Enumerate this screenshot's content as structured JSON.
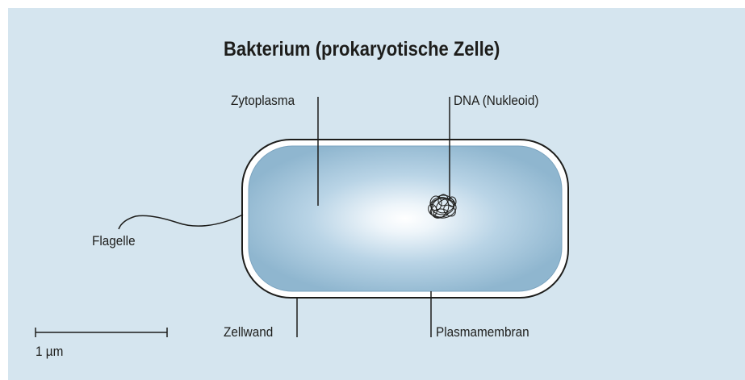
{
  "diagram": {
    "title": "Bakterium (prokaryotische Zelle)",
    "labels": {
      "zytoplasma": "Zytoplasma",
      "dna": "DNA (Nukleoid)",
      "flagelle": "Flagelle",
      "zellwand": "Zellwand",
      "plasmamembran": "Plasmamembran"
    },
    "scale_bar": {
      "label": "1 µm"
    }
  },
  "colors": {
    "background": "#d5e5ef",
    "cell_fill_edge": "#8fb6cf",
    "cell_fill_center": "#ffffff",
    "cell_wall": "#ffffff",
    "outline": "#1d1d1b"
  }
}
